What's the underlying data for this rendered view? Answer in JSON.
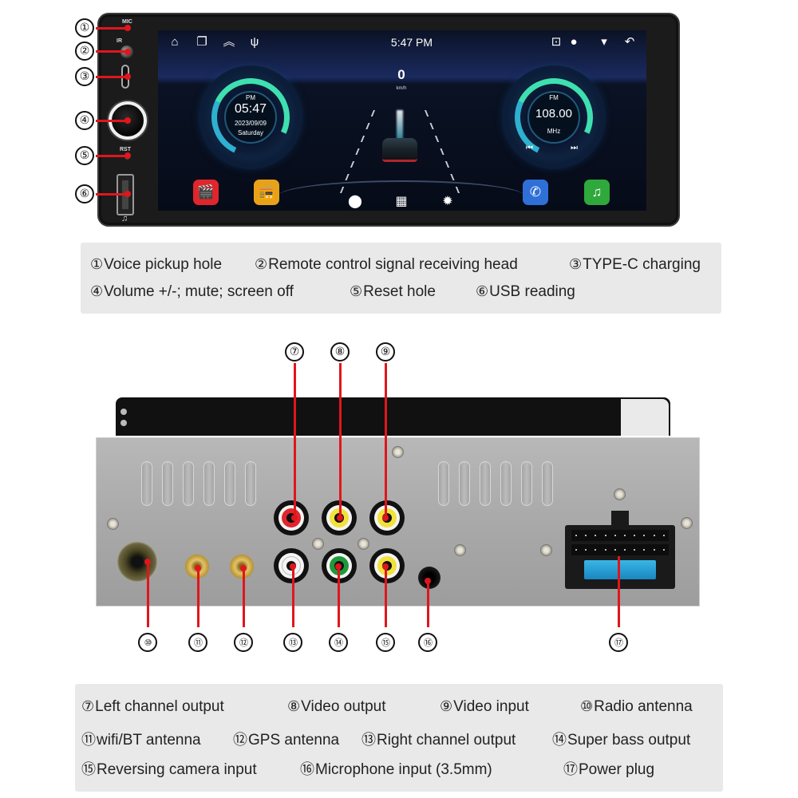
{
  "front_unit": {
    "bezel_labels": {
      "mic": "MIC",
      "ir": "IR",
      "rst": "RST",
      "music": "♫"
    },
    "callouts": [
      "①",
      "②",
      "③",
      "④",
      "⑤",
      "⑥"
    ],
    "screen": {
      "status_bar": {
        "left_icons": [
          "home-icon",
          "recent-apps-icon",
          "collapse-icon",
          "usb-icon"
        ],
        "time": "5:47 PM",
        "right_icons": [
          "cast-icon",
          "location-icon",
          "wifi-icon",
          "back-icon"
        ]
      },
      "speed": {
        "value": "0",
        "unit": "km/h"
      },
      "clock_widget": {
        "ampm": "PM",
        "time": "05:47",
        "date": "2023/09/09",
        "weekday": "Saturday"
      },
      "radio_widget": {
        "band": "FM",
        "frequency": "108.00",
        "unit": "MHz"
      },
      "apps_left": [
        {
          "name": "video",
          "icon": "🎬",
          "color": "#e0262c"
        },
        {
          "name": "radio",
          "icon": "📻",
          "color": "#e8a21a"
        }
      ],
      "apps_right": [
        {
          "name": "phone",
          "icon": "✆",
          "color": "#2f6fd8"
        },
        {
          "name": "music",
          "icon": "♫",
          "color": "#2fa83c"
        }
      ],
      "dock": [
        "navigation-icon",
        "apps-grid-icon",
        "settings-icon"
      ]
    }
  },
  "front_legend": {
    "items": [
      {
        "num": "①",
        "label": "Voice pickup hole"
      },
      {
        "num": "②",
        "label": "Remote control signal receiving head"
      },
      {
        "num": "③",
        "label": "TYPE-C charging"
      },
      {
        "num": "④",
        "label": "Volume +/-; mute; screen off"
      },
      {
        "num": "⑤",
        "label": "Reset hole"
      },
      {
        "num": "⑥",
        "label": "USB reading"
      }
    ]
  },
  "back_panel": {
    "callouts_top": [
      "⑦",
      "⑧",
      "⑨"
    ],
    "callouts_bottom": [
      "⑩",
      "⑪",
      "⑫",
      "⑬",
      "⑭",
      "⑮",
      "⑯",
      "⑰"
    ],
    "rca_colors": {
      "left_channel": "#e0262c",
      "video_out": "#f2e23a",
      "video_in": "#f2e23a",
      "right_channel": "#f4f4f4",
      "sub": "#1f9a3a",
      "camera": "#f2e23a"
    }
  },
  "back_legend": {
    "items": [
      {
        "num": "⑦",
        "label": "Left channel output"
      },
      {
        "num": "⑧",
        "label": "Video output"
      },
      {
        "num": "⑨",
        "label": "Video input"
      },
      {
        "num": "⑩",
        "label": "Radio antenna"
      },
      {
        "num": "⑪",
        "label": "wifi/BT antenna"
      },
      {
        "num": "⑫",
        "label": "GPS antenna"
      },
      {
        "num": "⑬",
        "label": "Right channel output"
      },
      {
        "num": "⑭",
        "label": "Super bass output"
      },
      {
        "num": "⑮",
        "label": "Reversing camera input"
      },
      {
        "num": "⑯",
        "label": "Microphone input (3.5mm)"
      },
      {
        "num": "⑰",
        "label": "Power plug"
      }
    ]
  }
}
